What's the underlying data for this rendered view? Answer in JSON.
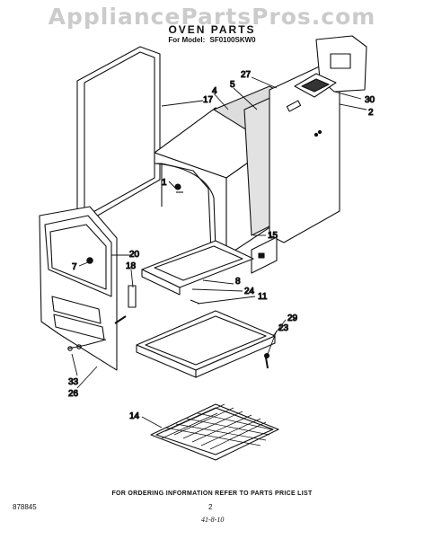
{
  "watermark": "AppliancePartsPros.com",
  "header": {
    "title": "OVEN PARTS",
    "model_prefix": "For Model:",
    "model_number": "SF0100SKW0"
  },
  "callouts": [
    "17",
    "4",
    "5",
    "27",
    "30",
    "2",
    "1",
    "20",
    "18",
    "7",
    "15",
    "8",
    "24",
    "11",
    "29",
    "23",
    "33",
    "26",
    "14"
  ],
  "footer": {
    "ordering_note": "FOR ORDERING INFORMATION REFER TO PARTS PRICE LIST",
    "reference_code": "878845",
    "page_number": "2",
    "date_note": "41-8-10"
  }
}
